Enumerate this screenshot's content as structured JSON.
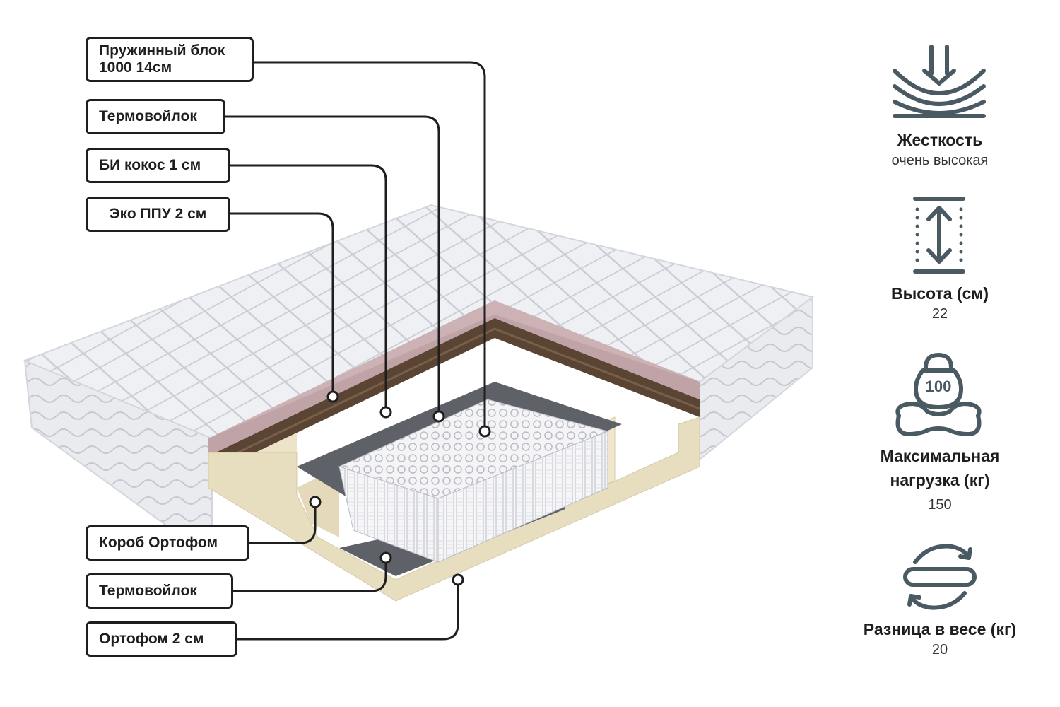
{
  "layers_top": [
    {
      "line1": "Пружинный блок",
      "line2": "1000 14см"
    },
    {
      "label": "Термовойлок"
    },
    {
      "label": "БИ кокос 1 см"
    },
    {
      "label": "Эко ППУ 2 см"
    }
  ],
  "layers_bottom": [
    {
      "label": "Короб Ортофом"
    },
    {
      "label": "Термовойлок"
    },
    {
      "label": "Ортофом 2 см"
    }
  ],
  "specs": [
    {
      "title": "Жесткость",
      "value": "очень высокая",
      "icon": "firmness-icon"
    },
    {
      "title": "Высота (см)",
      "value": "22",
      "icon": "height-icon"
    },
    {
      "title_line1": "Максимальная",
      "title_line2": "нагрузка (кг)",
      "value": "150",
      "icon": "weight-icon",
      "icon_text": "100"
    },
    {
      "title": "Разница в весе (кг)",
      "value": "20",
      "icon": "flip-icon"
    }
  ],
  "colors": {
    "outline": "#1e1e1e",
    "icon": "#4a5a63",
    "quilt": "#eef0f4",
    "foam_pink": "#bfa3a6",
    "coconut": "#5a4535",
    "felt": "#5e6168",
    "orthofoam": "#ece3c8",
    "springs": "#f4f4f6"
  }
}
